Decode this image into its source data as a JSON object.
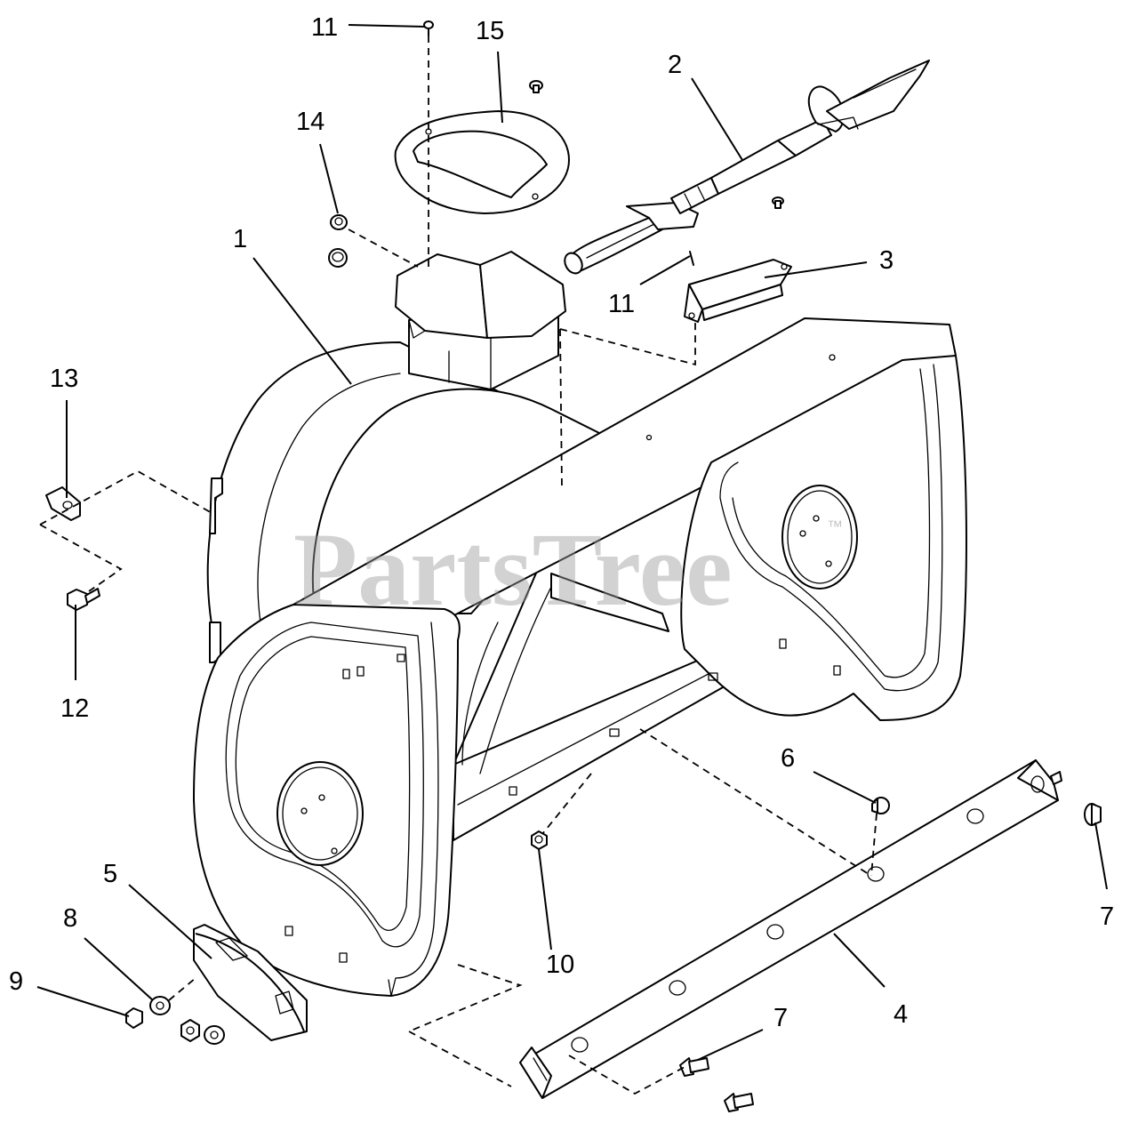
{
  "watermark": {
    "text": "PartsTree",
    "trademark": "™"
  },
  "callouts": {
    "c1": "1",
    "c2": "2",
    "c3": "3",
    "c4": "4",
    "c5": "5",
    "c6": "6",
    "c7a": "7",
    "c7b": "7",
    "c8": "8",
    "c9": "9",
    "c10": "10",
    "c11a": "11",
    "c11b": "11",
    "c12": "12",
    "c13": "13",
    "c14": "14",
    "c15": "15"
  }
}
